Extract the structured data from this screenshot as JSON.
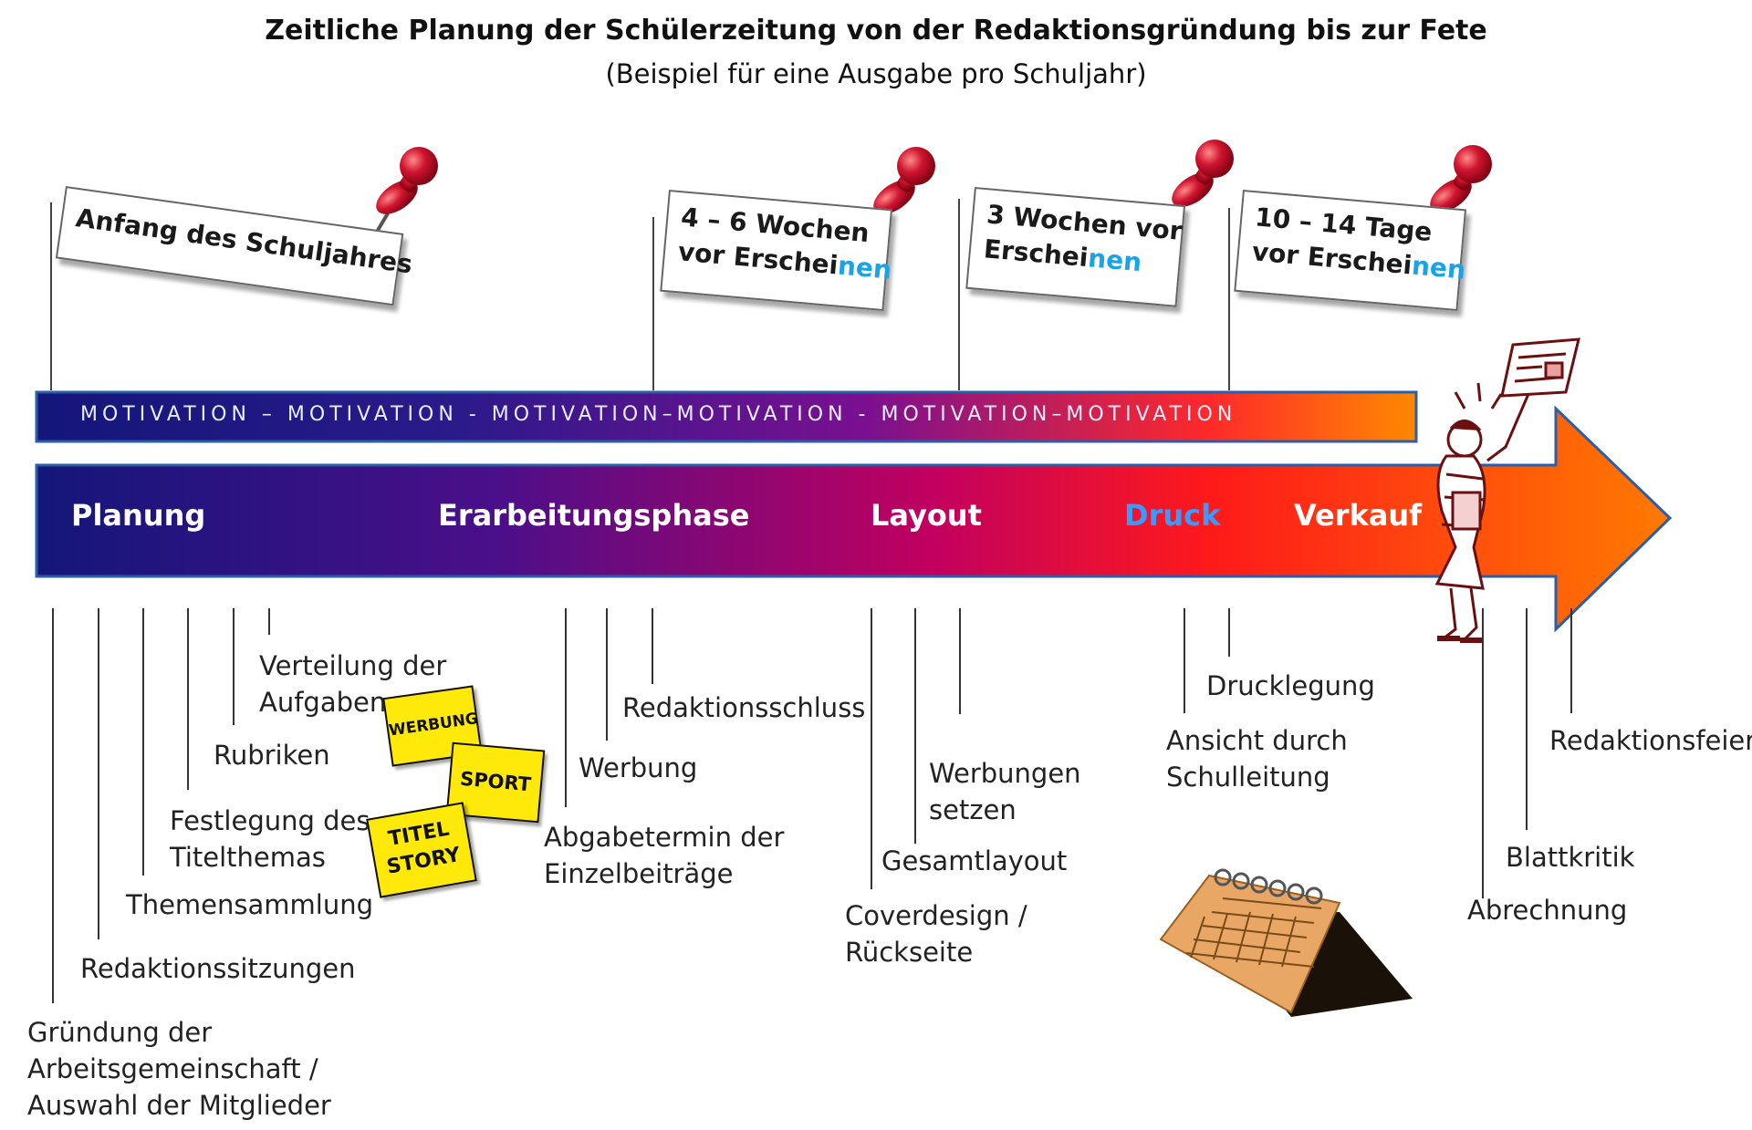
{
  "title": "Zeitliche Planung der Schülerzeitung von der Redaktionsgründung bis zur Fete",
  "subtitle": "(Beispiel für eine Ausgabe pro Schuljahr)",
  "colors": {
    "arrow_start": "#14167a",
    "arrow_mid": "#c2005f",
    "arrow_red": "#ff1a1a",
    "arrow_end": "#ff7a00",
    "druck_text": "#3a9bff",
    "pin": "#c8102e",
    "notes": "#ffe90a",
    "calendar": "#e8a765"
  },
  "flags": [
    {
      "line1": "Anfang des Schuljahres",
      "line2": "",
      "line2_highlight": ""
    },
    {
      "line1": "4 – 6 Wochen",
      "line2": "vor Erschei",
      "line2_highlight": "nen"
    },
    {
      "line1": "3 Wochen vor",
      "line2": "Erschei",
      "line2_highlight": "nen"
    },
    {
      "line1": "10 – 14 Tage",
      "line2": "vor Erschei",
      "line2_highlight": "nen"
    }
  ],
  "motivation_text": "MOTIVATION – MOTIVATION - MOTIVATION–MOTIVATION - MOTIVATION–MOTIVATION",
  "phases": {
    "planung": "Planung",
    "erarbeitung": "Erarbeitungsphase",
    "layout": "Layout",
    "druck": "Druck",
    "verkauf": "Verkauf"
  },
  "tasks": {
    "gruendung": [
      "Gründung der",
      "Arbeitsgemeinschaft /",
      "Auswahl der Mitglieder"
    ],
    "redaktionssitzungen": "Redaktionssitzungen",
    "themensammlung": "Themensammlung",
    "titelthema": [
      "Festlegung des",
      "Titelthemas"
    ],
    "rubriken": "Rubriken",
    "verteilung": [
      "Verteilung der",
      "Aufgaben"
    ],
    "abgabetermin": [
      "Abgabetermin der",
      "Einzelbeiträge"
    ],
    "werbung": "Werbung",
    "redaktionsschluss": "Redaktionsschluss",
    "coverdesign": [
      "Coverdesign /",
      "Rückseite"
    ],
    "gesamtlayout": "Gesamtlayout",
    "werbungen_setzen": [
      "Werbungen",
      "setzen"
    ],
    "ansicht": [
      "Ansicht durch",
      "Schulleitung"
    ],
    "drucklegung": "Drucklegung",
    "abrechnung": "Abrechnung",
    "blattkritik": "Blattkritik",
    "redaktionsfeier": "Redaktionsfeier"
  },
  "notes": {
    "werbung": "WERBUNG",
    "sport": "SPORT",
    "titel": "TITEL",
    "story": "STORY"
  },
  "icons": {
    "pin": "push-pin-icon",
    "calendar": "calendar-icon",
    "figure": "newspaper-seller-figure-icon"
  }
}
